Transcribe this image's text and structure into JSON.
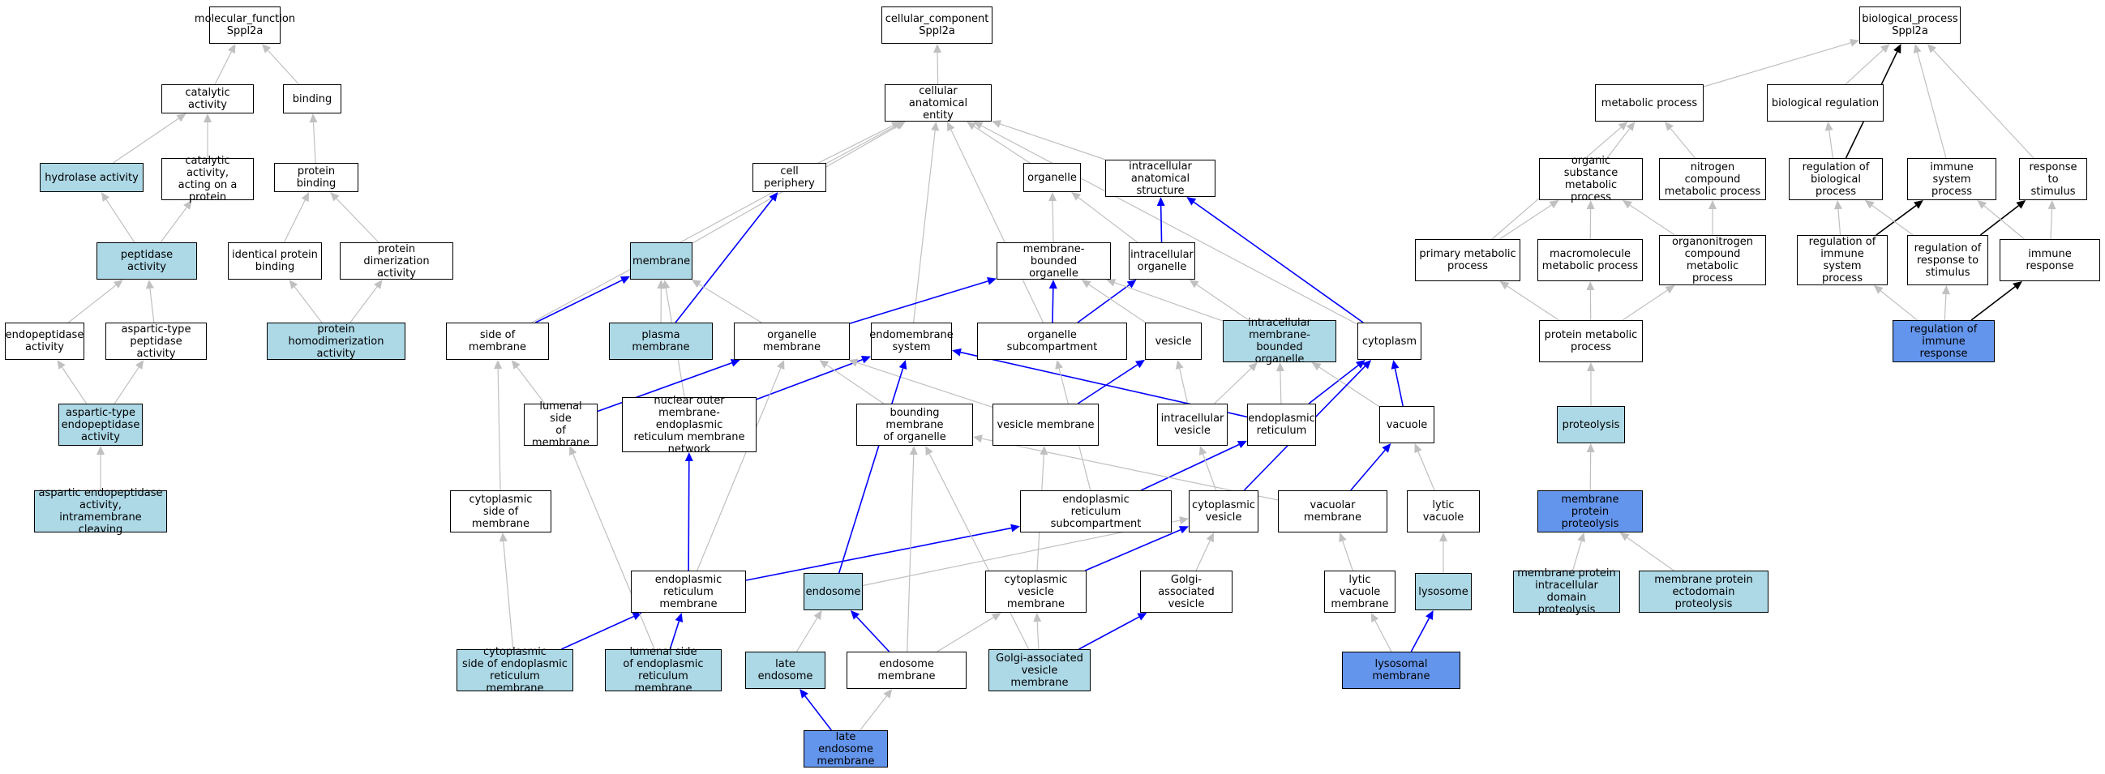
{
  "colors": {
    "plain": "#ffffff",
    "light": "#add8e6",
    "strong": "#6495ed",
    "edge_is_a": "#c0c0c0",
    "edge_part_of": "#0000ff",
    "edge_regulates": "#000000"
  },
  "nodes": {
    "mf_root": {
      "label": "molecular_function\nSppl2a",
      "style": "plain"
    },
    "catalytic": {
      "label": "catalytic activity",
      "style": "plain"
    },
    "binding": {
      "label": "binding",
      "style": "plain"
    },
    "hydrolase": {
      "label": "hydrolase activity",
      "style": "light"
    },
    "cat_protein": {
      "label": "catalytic activity,\nacting on a\nprotein",
      "style": "plain"
    },
    "protein_binding": {
      "label": "protein binding",
      "style": "plain"
    },
    "peptidase": {
      "label": "peptidase activity",
      "style": "light"
    },
    "identical_binding": {
      "label": "identical protein\nbinding",
      "style": "plain"
    },
    "dimerization": {
      "label": "protein dimerization\nactivity",
      "style": "plain"
    },
    "endopeptidase": {
      "label": "endopeptidase\nactivity",
      "style": "plain"
    },
    "aspartic_peptidase": {
      "label": "aspartic-type\npeptidase activity",
      "style": "plain"
    },
    "homodimerization": {
      "label": "protein homodimerization\nactivity",
      "style": "light"
    },
    "aspartic_endopeptidase": {
      "label": "aspartic-type\nendopeptidase\nactivity",
      "style": "light"
    },
    "aspartic_intramembrane": {
      "label": "aspartic endopeptidase\nactivity, intramembrane\ncleaving",
      "style": "light"
    },
    "cc_root": {
      "label": "cellular_component\nSppl2a",
      "style": "plain"
    },
    "anatomical": {
      "label": "cellular anatomical\nentity",
      "style": "plain"
    },
    "cell_periphery": {
      "label": "cell periphery",
      "style": "plain"
    },
    "organelle": {
      "label": "organelle",
      "style": "plain"
    },
    "intracellular_structure": {
      "label": "intracellular\nanatomical structure",
      "style": "plain"
    },
    "membrane": {
      "label": "membrane",
      "style": "light"
    },
    "membrane_bounded": {
      "label": "membrane-bounded\norganelle",
      "style": "plain"
    },
    "intracellular_organelle": {
      "label": "intracellular\norganelle",
      "style": "plain"
    },
    "side_of_membrane": {
      "label": "side of membrane",
      "style": "plain"
    },
    "plasma_membrane": {
      "label": "plasma membrane",
      "style": "light"
    },
    "organelle_membrane": {
      "label": "organelle membrane",
      "style": "plain"
    },
    "endomembrane": {
      "label": "endomembrane\nsystem",
      "style": "plain"
    },
    "organelle_subcompartment": {
      "label": "organelle subcompartment",
      "style": "plain"
    },
    "vesicle": {
      "label": "vesicle",
      "style": "plain"
    },
    "intracellular_mbo": {
      "label": "intracellular\nmembrane-bounded\norganelle",
      "style": "light"
    },
    "cytoplasm": {
      "label": "cytoplasm",
      "style": "plain"
    },
    "lumenal_side": {
      "label": "lumenal side\nof membrane",
      "style": "plain"
    },
    "nuclear_outer": {
      "label": "nuclear outer\nmembrane-endoplasmic\nreticulum membrane\nnetwork",
      "style": "plain"
    },
    "bounding_membrane": {
      "label": "bounding membrane\nof organelle",
      "style": "plain"
    },
    "vesicle_membrane": {
      "label": "vesicle membrane",
      "style": "plain"
    },
    "intracellular_vesicle": {
      "label": "intracellular\nvesicle",
      "style": "plain"
    },
    "er": {
      "label": "endoplasmic\nreticulum",
      "style": "plain"
    },
    "vacuole": {
      "label": "vacuole",
      "style": "plain"
    },
    "cyto_side": {
      "label": "cytoplasmic\nside of membrane",
      "style": "plain"
    },
    "er_subcompartment": {
      "label": "endoplasmic\nreticulum subcompartment",
      "style": "plain"
    },
    "cytoplasmic_vesicle": {
      "label": "cytoplasmic\nvesicle",
      "style": "plain"
    },
    "vacuolar_membrane": {
      "label": "vacuolar membrane",
      "style": "plain"
    },
    "lytic_vacuole": {
      "label": "lytic vacuole",
      "style": "plain"
    },
    "er_membrane": {
      "label": "endoplasmic\nreticulum membrane",
      "style": "plain"
    },
    "endosome": {
      "label": "endosome",
      "style": "light"
    },
    "cyto_vesicle_membrane": {
      "label": "cytoplasmic\nvesicle membrane",
      "style": "plain"
    },
    "golgi_vesicle": {
      "label": "Golgi-associated\nvesicle",
      "style": "plain"
    },
    "lytic_vacuole_membrane": {
      "label": "lytic vacuole\nmembrane",
      "style": "plain"
    },
    "lysosome": {
      "label": "lysosome",
      "style": "light"
    },
    "cyto_side_er": {
      "label": "cytoplasmic\nside of endoplasmic\nreticulum membrane",
      "style": "light"
    },
    "lumenal_side_er": {
      "label": "lumenal side\nof endoplasmic\nreticulum membrane",
      "style": "light"
    },
    "late_endosome": {
      "label": "late endosome",
      "style": "light"
    },
    "endosome_membrane": {
      "label": "endosome membrane",
      "style": "plain"
    },
    "golgi_vesicle_membrane": {
      "label": "Golgi-associated\nvesicle membrane",
      "style": "light"
    },
    "lysosomal_membrane": {
      "label": "lysosomal membrane",
      "style": "strong"
    },
    "late_endosome_membrane": {
      "label": "late endosome\nmembrane",
      "style": "strong"
    },
    "bp_root": {
      "label": "biological_process\nSppl2a",
      "style": "plain"
    },
    "metabolic": {
      "label": "metabolic process",
      "style": "plain"
    },
    "bio_regulation": {
      "label": "biological regulation",
      "style": "plain"
    },
    "organic_metabolic": {
      "label": "organic substance\nmetabolic process",
      "style": "plain"
    },
    "nitrogen_metabolic": {
      "label": "nitrogen compound\nmetabolic process",
      "style": "plain"
    },
    "reg_bio_process": {
      "label": "regulation of\nbiological process",
      "style": "plain"
    },
    "immune_process": {
      "label": "immune system\nprocess",
      "style": "plain"
    },
    "response_stimulus": {
      "label": "response to\nstimulus",
      "style": "plain"
    },
    "primary_metabolic": {
      "label": "primary metabolic\nprocess",
      "style": "plain"
    },
    "macromolecule_metabolic": {
      "label": "macromolecule\nmetabolic process",
      "style": "plain"
    },
    "organonitrogen": {
      "label": "organonitrogen\ncompound metabolic\nprocess",
      "style": "plain"
    },
    "reg_immune_process": {
      "label": "regulation of\nimmune system\nprocess",
      "style": "plain"
    },
    "reg_response_stimulus": {
      "label": "regulation of\nresponse to\nstimulus",
      "style": "plain"
    },
    "immune_response": {
      "label": "immune response",
      "style": "plain"
    },
    "protein_metabolic": {
      "label": "protein metabolic\nprocess",
      "style": "plain"
    },
    "reg_immune_response": {
      "label": "regulation of\nimmune response",
      "style": "strong"
    },
    "proteolysis": {
      "label": "proteolysis",
      "style": "light"
    },
    "membrane_proteolysis": {
      "label": "membrane protein\nproteolysis",
      "style": "strong"
    },
    "intracellular_proteolysis": {
      "label": "membrane protein\nintracellular\ndomain proteolysis",
      "style": "light"
    },
    "ectodomain_proteolysis": {
      "label": "membrane protein\nectodomain proteolysis",
      "style": "light"
    }
  },
  "edges": [
    {
      "from": "catalytic",
      "to": "mf_root",
      "type": "is_a"
    },
    {
      "from": "binding",
      "to": "mf_root",
      "type": "is_a"
    },
    {
      "from": "hydrolase",
      "to": "catalytic",
      "type": "is_a"
    },
    {
      "from": "cat_protein",
      "to": "catalytic",
      "type": "is_a"
    },
    {
      "from": "protein_binding",
      "to": "binding",
      "type": "is_a"
    },
    {
      "from": "peptidase",
      "to": "hydrolase",
      "type": "is_a"
    },
    {
      "from": "peptidase",
      "to": "cat_protein",
      "type": "is_a"
    },
    {
      "from": "identical_binding",
      "to": "protein_binding",
      "type": "is_a"
    },
    {
      "from": "dimerization",
      "to": "protein_binding",
      "type": "is_a"
    },
    {
      "from": "endopeptidase",
      "to": "peptidase",
      "type": "is_a"
    },
    {
      "from": "aspartic_peptidase",
      "to": "peptidase",
      "type": "is_a"
    },
    {
      "from": "homodimerization",
      "to": "identical_binding",
      "type": "is_a"
    },
    {
      "from": "homodimerization",
      "to": "dimerization",
      "type": "is_a"
    },
    {
      "from": "aspartic_endopeptidase",
      "to": "endopeptidase",
      "type": "is_a"
    },
    {
      "from": "aspartic_endopeptidase",
      "to": "aspartic_peptidase",
      "type": "is_a"
    },
    {
      "from": "aspartic_intramembrane",
      "to": "aspartic_endopeptidase",
      "type": "is_a"
    },
    {
      "from": "anatomical",
      "to": "cc_root",
      "type": "is_a"
    },
    {
      "from": "cell_periphery",
      "to": "anatomical",
      "type": "is_a"
    },
    {
      "from": "organelle",
      "to": "anatomical",
      "type": "is_a"
    },
    {
      "from": "intracellular_structure",
      "to": "anatomical",
      "type": "is_a"
    },
    {
      "from": "membrane",
      "to": "anatomical",
      "type": "is_a"
    },
    {
      "from": "side_of_membrane",
      "to": "anatomical",
      "type": "is_a"
    },
    {
      "from": "endomembrane",
      "to": "anatomical",
      "type": "is_a"
    },
    {
      "from": "organelle_subcompartment",
      "to": "anatomical",
      "type": "is_a"
    },
    {
      "from": "cytoplasm",
      "to": "anatomical",
      "type": "is_a"
    },
    {
      "from": "membrane_bounded",
      "to": "organelle",
      "type": "is_a"
    },
    {
      "from": "intracellular_organelle",
      "to": "organelle",
      "type": "is_a"
    },
    {
      "from": "intracellular_organelle",
      "to": "intracellular_structure",
      "type": "part_of"
    },
    {
      "from": "cytoplasm",
      "to": "intracellular_structure",
      "type": "part_of"
    },
    {
      "from": "plasma_membrane",
      "to": "cell_periphery",
      "type": "part_of"
    },
    {
      "from": "plasma_membrane",
      "to": "membrane",
      "type": "is_a"
    },
    {
      "from": "side_of_membrane",
      "to": "membrane",
      "type": "part_of"
    },
    {
      "from": "organelle_membrane",
      "to": "membrane",
      "type": "is_a"
    },
    {
      "from": "organelle_membrane",
      "to": "membrane_bounded",
      "type": "part_of"
    },
    {
      "from": "nuclear_outer",
      "to": "membrane",
      "type": "is_a"
    },
    {
      "from": "organelle_subcompartment",
      "to": "membrane_bounded",
      "type": "part_of"
    },
    {
      "from": "organelle_subcompartment",
      "to": "intracellular_organelle",
      "type": "part_of"
    },
    {
      "from": "vesicle",
      "to": "membrane_bounded",
      "type": "is_a"
    },
    {
      "from": "intracellular_mbo",
      "to": "membrane_bounded",
      "type": "is_a"
    },
    {
      "from": "intracellular_mbo",
      "to": "intracellular_organelle",
      "type": "is_a"
    },
    {
      "from": "lumenal_side",
      "to": "side_of_membrane",
      "type": "is_a"
    },
    {
      "from": "lumenal_side",
      "to": "organelle_membrane",
      "type": "part_of"
    },
    {
      "from": "nuclear_outer",
      "to": "endomembrane",
      "type": "part_of"
    },
    {
      "from": "bounding_membrane",
      "to": "organelle_membrane",
      "type": "is_a"
    },
    {
      "from": "vesicle_membrane",
      "to": "organelle_membrane",
      "type": "is_a"
    },
    {
      "from": "vesicle_membrane",
      "to": "vesicle",
      "type": "part_of"
    },
    {
      "from": "intracellular_vesicle",
      "to": "vesicle",
      "type": "is_a"
    },
    {
      "from": "intracellular_vesicle",
      "to": "intracellular_mbo",
      "type": "is_a"
    },
    {
      "from": "er",
      "to": "intracellular_mbo",
      "type": "is_a"
    },
    {
      "from": "er",
      "to": "endomembrane",
      "type": "part_of"
    },
    {
      "from": "er",
      "to": "cytoplasm",
      "type": "part_of"
    },
    {
      "from": "vacuole",
      "to": "cytoplasm",
      "type": "part_of"
    },
    {
      "from": "vacuole",
      "to": "intracellular_mbo",
      "type": "is_a"
    },
    {
      "from": "cyto_side",
      "to": "side_of_membrane",
      "type": "is_a"
    },
    {
      "from": "er_subcompartment",
      "to": "er",
      "type": "part_of"
    },
    {
      "from": "er_subcompartment",
      "to": "organelle_subcompartment",
      "type": "is_a"
    },
    {
      "from": "cytoplasmic_vesicle",
      "to": "intracellular_vesicle",
      "type": "is_a"
    },
    {
      "from": "cytoplasmic_vesicle",
      "to": "cytoplasm",
      "type": "part_of"
    },
    {
      "from": "vacuolar_membrane",
      "to": "vacuole",
      "type": "part_of"
    },
    {
      "from": "vacuolar_membrane",
      "to": "bounding_membrane",
      "type": "is_a"
    },
    {
      "from": "lytic_vacuole",
      "to": "vacuole",
      "type": "is_a"
    },
    {
      "from": "er_membrane",
      "to": "er_subcompartment",
      "type": "part_of"
    },
    {
      "from": "er_membrane",
      "to": "nuclear_outer",
      "type": "part_of"
    },
    {
      "from": "er_membrane",
      "to": "organelle_membrane",
      "type": "is_a"
    },
    {
      "from": "endosome",
      "to": "endomembrane",
      "type": "part_of"
    },
    {
      "from": "endosome",
      "to": "cytoplasmic_vesicle",
      "type": "is_a"
    },
    {
      "from": "cyto_vesicle_membrane",
      "to": "cytoplasmic_vesicle",
      "type": "part_of"
    },
    {
      "from": "cyto_vesicle_membrane",
      "to": "vesicle_membrane",
      "type": "is_a"
    },
    {
      "from": "golgi_vesicle",
      "to": "cytoplasmic_vesicle",
      "type": "is_a"
    },
    {
      "from": "lytic_vacuole_membrane",
      "to": "vacuolar_membrane",
      "type": "is_a"
    },
    {
      "from": "lysosome",
      "to": "lytic_vacuole",
      "type": "is_a"
    },
    {
      "from": "cyto_side_er",
      "to": "cyto_side",
      "type": "is_a"
    },
    {
      "from": "cyto_side_er",
      "to": "er_membrane",
      "type": "part_of"
    },
    {
      "from": "lumenal_side_er",
      "to": "lumenal_side",
      "type": "is_a"
    },
    {
      "from": "lumenal_side_er",
      "to": "er_membrane",
      "type": "part_of"
    },
    {
      "from": "late_endosome",
      "to": "endosome",
      "type": "is_a"
    },
    {
      "from": "endosome_membrane",
      "to": "endosome",
      "type": "part_of"
    },
    {
      "from": "endosome_membrane",
      "to": "bounding_membrane",
      "type": "is_a"
    },
    {
      "from": "endosome_membrane",
      "to": "cyto_vesicle_membrane",
      "type": "is_a"
    },
    {
      "from": "golgi_vesicle_membrane",
      "to": "golgi_vesicle",
      "type": "part_of"
    },
    {
      "from": "golgi_vesicle_membrane",
      "to": "cyto_vesicle_membrane",
      "type": "is_a"
    },
    {
      "from": "golgi_vesicle_membrane",
      "to": "bounding_membrane",
      "type": "is_a"
    },
    {
      "from": "lysosomal_membrane",
      "to": "lysosome",
      "type": "part_of"
    },
    {
      "from": "lysosomal_membrane",
      "to": "lytic_vacuole_membrane",
      "type": "is_a"
    },
    {
      "from": "late_endosome_membrane",
      "to": "late_endosome",
      "type": "part_of"
    },
    {
      "from": "late_endosome_membrane",
      "to": "endosome_membrane",
      "type": "is_a"
    },
    {
      "from": "metabolic",
      "to": "bp_root",
      "type": "is_a"
    },
    {
      "from": "bio_regulation",
      "to": "bp_root",
      "type": "is_a"
    },
    {
      "from": "immune_process",
      "to": "bp_root",
      "type": "is_a"
    },
    {
      "from": "response_stimulus",
      "to": "bp_root",
      "type": "is_a"
    },
    {
      "from": "reg_bio_process",
      "to": "bp_root",
      "type": "regulates"
    },
    {
      "from": "reg_bio_process",
      "to": "bio_regulation",
      "type": "is_a"
    },
    {
      "from": "organic_metabolic",
      "to": "metabolic",
      "type": "is_a"
    },
    {
      "from": "nitrogen_metabolic",
      "to": "metabolic",
      "type": "is_a"
    },
    {
      "from": "primary_metabolic",
      "to": "metabolic",
      "type": "is_a"
    },
    {
      "from": "primary_metabolic",
      "to": "organic_metabolic",
      "type": "is_a"
    },
    {
      "from": "macromolecule_metabolic",
      "to": "organic_metabolic",
      "type": "is_a"
    },
    {
      "from": "organonitrogen",
      "to": "organic_metabolic",
      "type": "is_a"
    },
    {
      "from": "organonitrogen",
      "to": "nitrogen_metabolic",
      "type": "is_a"
    },
    {
      "from": "reg_immune_process",
      "to": "reg_bio_process",
      "type": "is_a"
    },
    {
      "from": "reg_immune_process",
      "to": "immune_process",
      "type": "regulates"
    },
    {
      "from": "reg_response_stimulus",
      "to": "reg_bio_process",
      "type": "is_a"
    },
    {
      "from": "reg_response_stimulus",
      "to": "response_stimulus",
      "type": "regulates"
    },
    {
      "from": "immune_response",
      "to": "immune_process",
      "type": "is_a"
    },
    {
      "from": "immune_response",
      "to": "response_stimulus",
      "type": "is_a"
    },
    {
      "from": "protein_metabolic",
      "to": "primary_metabolic",
      "type": "is_a"
    },
    {
      "from": "protein_metabolic",
      "to": "macromolecule_metabolic",
      "type": "is_a"
    },
    {
      "from": "protein_metabolic",
      "to": "organonitrogen",
      "type": "is_a"
    },
    {
      "from": "reg_immune_response",
      "to": "reg_immune_process",
      "type": "is_a"
    },
    {
      "from": "reg_immune_response",
      "to": "reg_response_stimulus",
      "type": "is_a"
    },
    {
      "from": "reg_immune_response",
      "to": "immune_response",
      "type": "regulates"
    },
    {
      "from": "proteolysis",
      "to": "protein_metabolic",
      "type": "is_a"
    },
    {
      "from": "membrane_proteolysis",
      "to": "proteolysis",
      "type": "is_a"
    },
    {
      "from": "intracellular_proteolysis",
      "to": "membrane_proteolysis",
      "type": "is_a"
    },
    {
      "from": "ectodomain_proteolysis",
      "to": "membrane_proteolysis",
      "type": "is_a"
    }
  ]
}
